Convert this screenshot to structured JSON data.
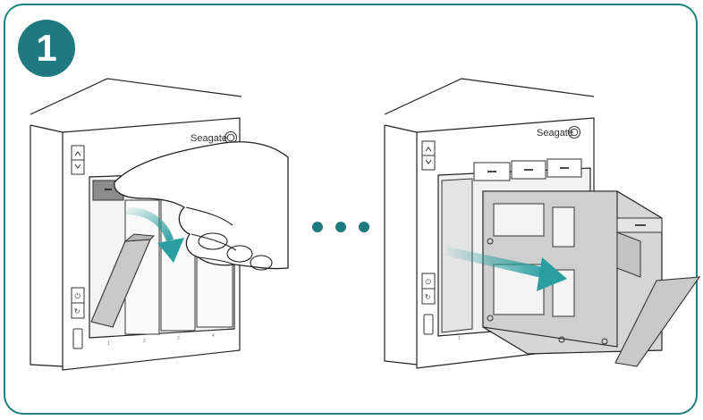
{
  "step": {
    "number": "1"
  },
  "left_unit": {
    "brand": "Seagate",
    "bay_labels": [
      "1",
      "2",
      "3",
      "4"
    ]
  },
  "right_unit": {
    "brand": "Seagate",
    "bay_labels": [
      "1"
    ]
  },
  "icons": {
    "power": "power-icon",
    "sync": "sync-icon",
    "up": "chevron-up-icon",
    "down": "chevron-down-icon"
  },
  "colors": {
    "accent": "#1e7a7e",
    "frame": "#1f7f83",
    "arrow": "#2a9ea0"
  }
}
